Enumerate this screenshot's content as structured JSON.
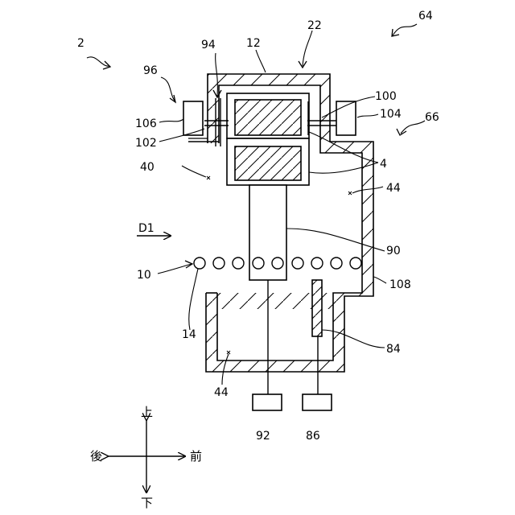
{
  "labels": {
    "l2": "2",
    "l64": "64",
    "l22": "22",
    "l12": "12",
    "l94": "94",
    "l96": "96",
    "l100": "100",
    "l104": "104",
    "l106": "106",
    "l102": "102",
    "l66": "66",
    "l40": "40",
    "l4": "4",
    "l44a": "44",
    "lD1": "D1",
    "l90": "90",
    "l10": "10",
    "l108": "108",
    "l14": "14",
    "l84": "84",
    "l44b": "44",
    "l92": "92",
    "l86": "86"
  },
  "directions": {
    "up": "上",
    "down": "下",
    "front": "前",
    "back": "後"
  }
}
